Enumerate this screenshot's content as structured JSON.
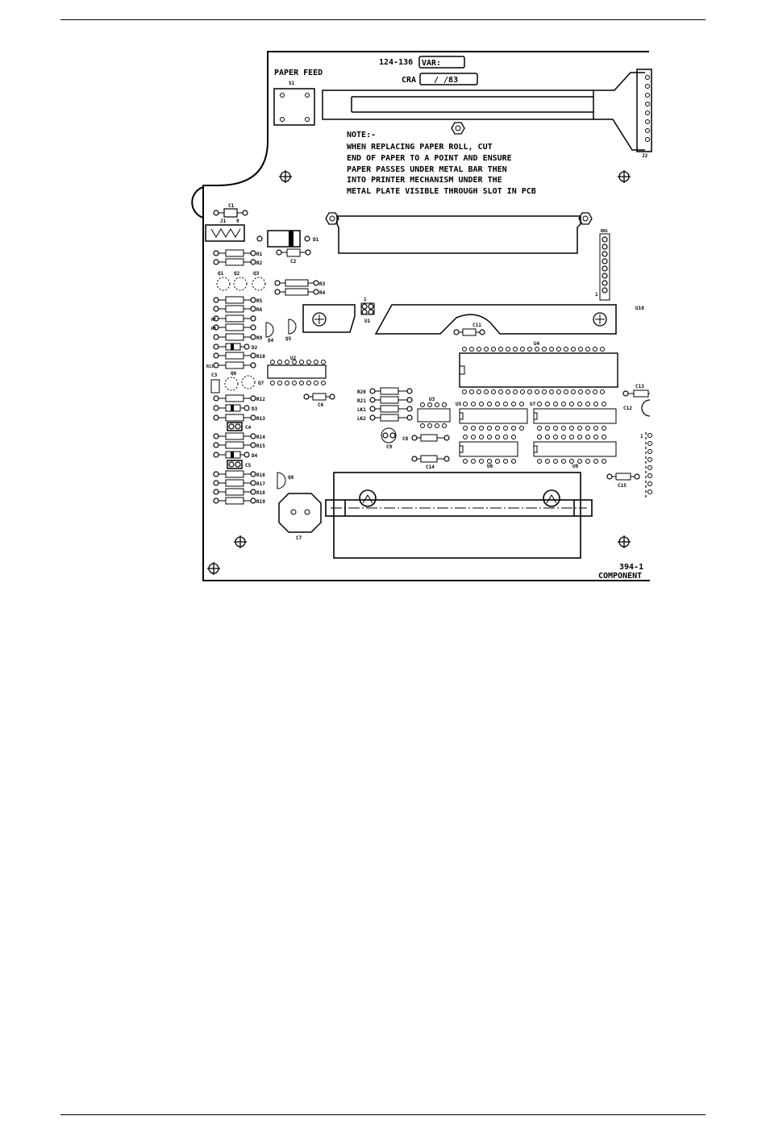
{
  "board": {
    "paper_feed_label": "PAPER FEED",
    "switch_label": "S1",
    "part_number": "124-136",
    "var_label": "VAR:",
    "cra_label": "CRA",
    "cra_value": "/   /83",
    "note_lines": [
      "NOTE:-",
      "WHEN REPLACING PAPER ROLL, CUT",
      "END OF PAPER TO A POINT AND ENSURE",
      "PAPER PASSES UNDER METAL BAR THEN",
      "INTO PRINTER MECHANISM UNDER THE",
      "METAL PLATE VISIBLE THROUGH SLOT IN PCB"
    ],
    "drawing_number": "394-1",
    "drawing_title": "COMPONENT",
    "labels": {
      "j2": "J2",
      "c1": "C1",
      "j1": "J1",
      "j1_pin": "9",
      "d1": "D1",
      "c2": "C2",
      "r1": "R1",
      "r2": "R2",
      "q1": "Q1",
      "q2": "Q2",
      "q3": "Q3",
      "r3": "R3",
      "r4": "R4",
      "r5": "R5",
      "r6": "R6",
      "r7": "R7",
      "r8": "R8",
      "r9": "R9",
      "d2": "D2",
      "q4": "Q4",
      "q5": "Q5",
      "rn1": "RN1",
      "rn1_pin": "1",
      "u10": "U10",
      "u1": "U1",
      "u1_pin": "1",
      "c11": "C11",
      "r10": "R10",
      "r11": "R11",
      "u2": "U2",
      "c3": "C3",
      "q6": "Q6",
      "q7": "Q7",
      "r12": "R12",
      "d3": "D3",
      "r13": "R13",
      "c4": "C4",
      "r14": "R14",
      "r15": "R15",
      "d4": "D4",
      "c5": "C5",
      "c6": "C6",
      "u4": "U4",
      "r20": "R20",
      "r21": "R21",
      "lk1": "LK1",
      "lk2": "LK2",
      "u3": "U3",
      "c8": "C8",
      "c9": "C9",
      "c14": "C14",
      "u5": "U5",
      "u7": "U7",
      "u6": "U6",
      "u8": "U8",
      "c13": "C13",
      "c12": "C12",
      "c15": "C15",
      "pin1": "1",
      "r16": "R16",
      "r17": "R17",
      "r18": "R18",
      "r19": "R19",
      "q8": "Q8",
      "c7": "C7"
    }
  }
}
